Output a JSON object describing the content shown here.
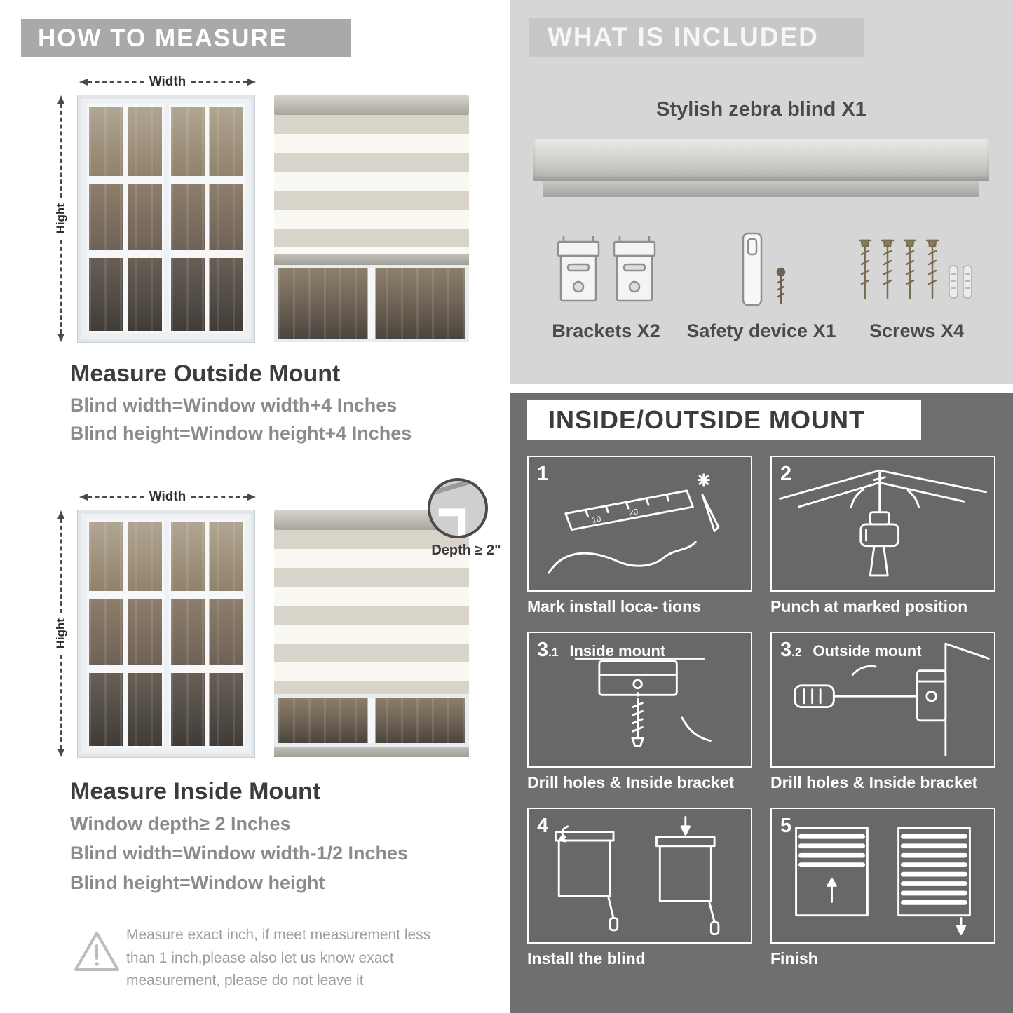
{
  "how_to_measure": {
    "header": "HOW TO MEASURE",
    "width_label": "Width",
    "height_label": "Hight",
    "outside": {
      "title": "Measure Outside Mount",
      "lines": [
        "Blind width=Window width+4 Inches",
        "Blind height=Window height+4 Inches"
      ]
    },
    "inside": {
      "title": "Measure Inside Mount",
      "depth_callout": "Depth ≥ 2\"",
      "lines": [
        "Window depth≥ 2 Inches",
        "Blind width=Window width-1/2 Inches",
        "Blind height=Window height"
      ]
    },
    "warning_text": "Measure exact inch, if meet measurement less than 1 inch,please also let us know exact measurement, please do not leave it"
  },
  "included": {
    "header": "WHAT IS INCLUDED",
    "blind_label": "Stylish zebra blind X1",
    "items": [
      {
        "label": "Brackets X2",
        "icon": "brackets-icon"
      },
      {
        "label": "Safety device X1",
        "icon": "safety-device-icon"
      },
      {
        "label": "Screws X4",
        "icon": "screws-icon"
      }
    ]
  },
  "mount_guide": {
    "header": "INSIDE/OUTSIDE MOUNT",
    "steps": [
      {
        "num": "1",
        "sub": "",
        "label": "",
        "caption": "Mark install loca- tions",
        "ruler_marks": [
          "10",
          "20"
        ]
      },
      {
        "num": "2",
        "sub": "",
        "label": "",
        "caption": "Punch at  marked position"
      },
      {
        "num": "3",
        "sub": ".1",
        "label": "Inside mount",
        "caption": "Drill holes &  Inside bracket"
      },
      {
        "num": "3",
        "sub": ".2",
        "label": "Outside mount",
        "caption": "Drill holes &  Inside bracket"
      },
      {
        "num": "4",
        "sub": "",
        "label": "",
        "caption": "Install the blind"
      },
      {
        "num": "5",
        "sub": "",
        "label": "",
        "caption": "Finish"
      }
    ]
  },
  "colors": {
    "header_banner": "#a9a9a9",
    "included_bg": "#d6d6d6",
    "mount_bg": "#6f6f6f",
    "heading_text": "#3c3c3c",
    "body_text": "#8b8b8b"
  }
}
